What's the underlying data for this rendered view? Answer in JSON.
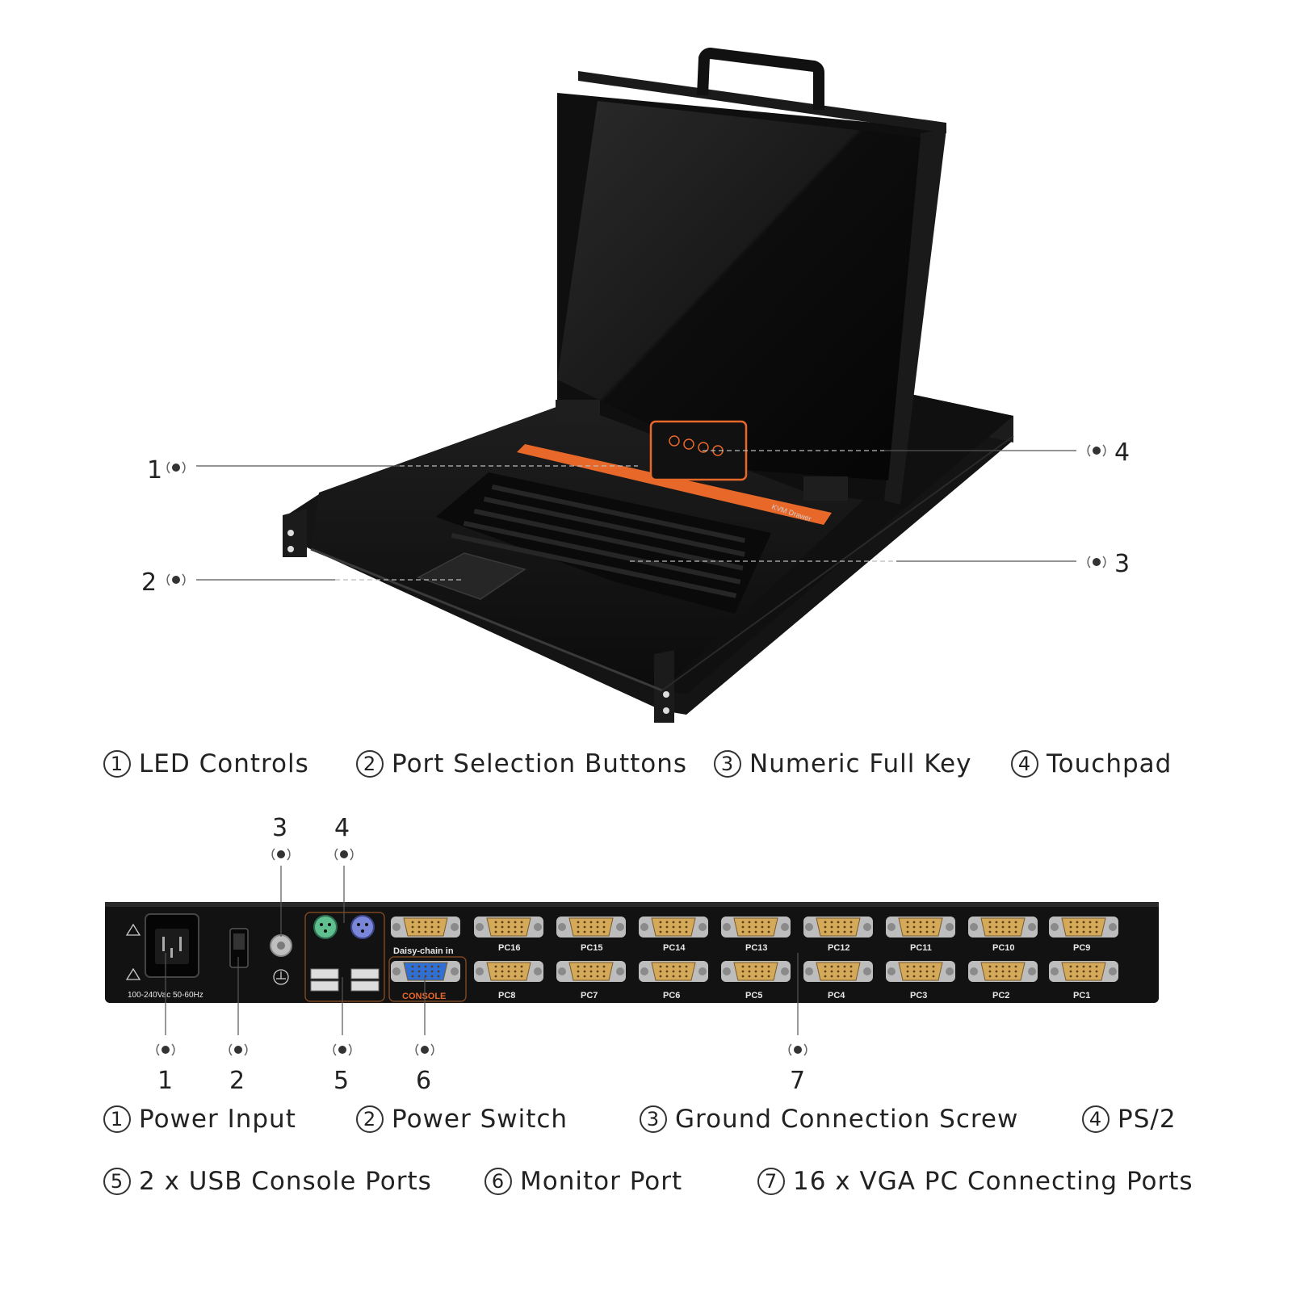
{
  "top_callouts": {
    "c1": "1",
    "c2": "2",
    "c3": "3",
    "c4": "4"
  },
  "device_front": {
    "keyboard_brand": "KVM Drawer",
    "accent_color": "#e8682a"
  },
  "top_legend": [
    {
      "num": "1",
      "label": "LED Controls"
    },
    {
      "num": "2",
      "label": "Port Selection Buttons"
    },
    {
      "num": "3",
      "label": "Numeric Full Key"
    },
    {
      "num": "4",
      "label": "Touchpad"
    }
  ],
  "rear_panel": {
    "power_rating": "100-240Vac 50-60Hz",
    "daisy_chain": "Daisy-chain in",
    "console": "CONSOLE",
    "ports_top": [
      "PC16",
      "PC15",
      "PC14",
      "PC13",
      "PC12",
      "PC11",
      "PC10",
      "PC9"
    ],
    "ports_bottom": [
      "PC8",
      "PC7",
      "PC6",
      "PC5",
      "PC4",
      "PC3",
      "PC2",
      "PC1"
    ],
    "vga_gold_color": "#d4a95a",
    "console_blue_color": "#2f6fd6"
  },
  "bottom_callouts": {
    "c1": "1",
    "c2": "2",
    "c3": "3",
    "c4": "4",
    "c5": "5",
    "c6": "6",
    "c7": "7"
  },
  "bottom_legend": [
    {
      "num": "1",
      "label": "Power Input"
    },
    {
      "num": "2",
      "label": "Power Switch"
    },
    {
      "num": "3",
      "label": "Ground Connection Screw"
    },
    {
      "num": "4",
      "label": "PS/2"
    },
    {
      "num": "5",
      "label": "2 x USB Console Ports"
    },
    {
      "num": "6",
      "label": "Monitor Port"
    },
    {
      "num": "7",
      "label": "16 x VGA PC Connecting Ports"
    }
  ]
}
